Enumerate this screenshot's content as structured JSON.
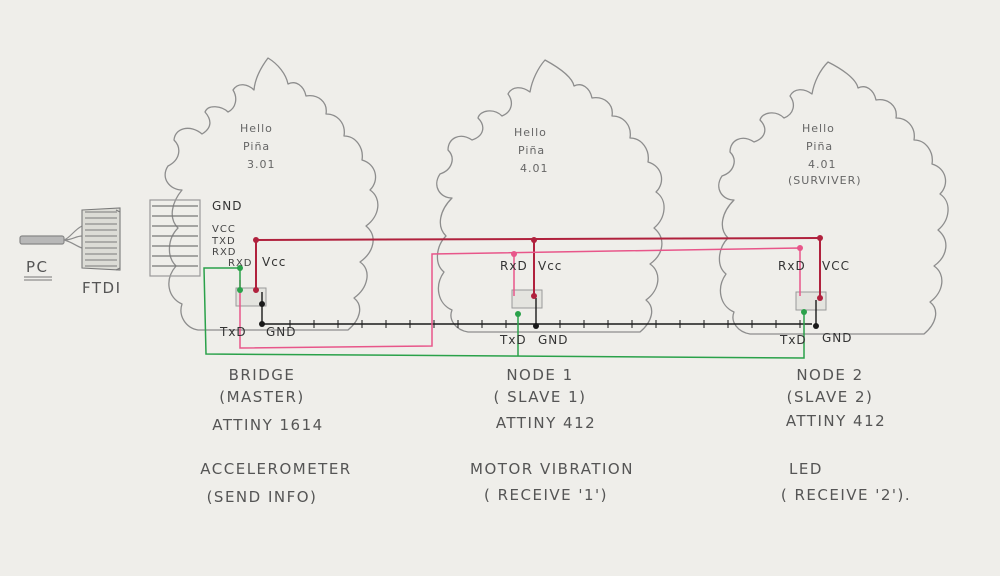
{
  "pc_label": "PC",
  "ftdi_label": "FTDI",
  "header_pins": {
    "gnd": "GND",
    "vcc": "VCC",
    "txd": "TXD",
    "rxd": "RXD"
  },
  "boards": [
    {
      "title": [
        "Hello",
        "Piña",
        "3.01"
      ],
      "pins": {
        "rxd": "RXD",
        "vcc": "Vcc",
        "txd": "TxD",
        "gnd": "GND"
      },
      "caption": [
        "BRIDGE",
        "(MASTER)",
        "ATTINY 1614",
        "ACCELEROMETER",
        "(SEND INFO)"
      ]
    },
    {
      "title": [
        "Hello",
        "Piña",
        "4.01"
      ],
      "pins": {
        "rxd": "RxD",
        "vcc": "Vcc",
        "txd": "TxD",
        "gnd": "GND"
      },
      "caption": [
        "NODE 1",
        "( SLAVE 1)",
        "ATTINY 412",
        "MOTOR VIBRATION",
        "( RECEIVE '1')"
      ]
    },
    {
      "title": [
        "Hello",
        "Piña",
        "4.01",
        "(SURVIVER)"
      ],
      "pins": {
        "rxd": "RxD",
        "vcc": "VCC",
        "txd": "TxD",
        "gnd": "GND"
      },
      "caption": [
        "NODE 2",
        "(SLAVE 2)",
        "ATTINY 412",
        "LED",
        "( RECEIVE '2')."
      ]
    }
  ],
  "colors": {
    "vcc_wire": "#b0213d",
    "rx_wire": "#e8568a",
    "tx_wire": "#2aa14a",
    "gnd_wire": "#1a1a1a",
    "pencil": "#8d8d8d",
    "paper": "#efeeea"
  }
}
